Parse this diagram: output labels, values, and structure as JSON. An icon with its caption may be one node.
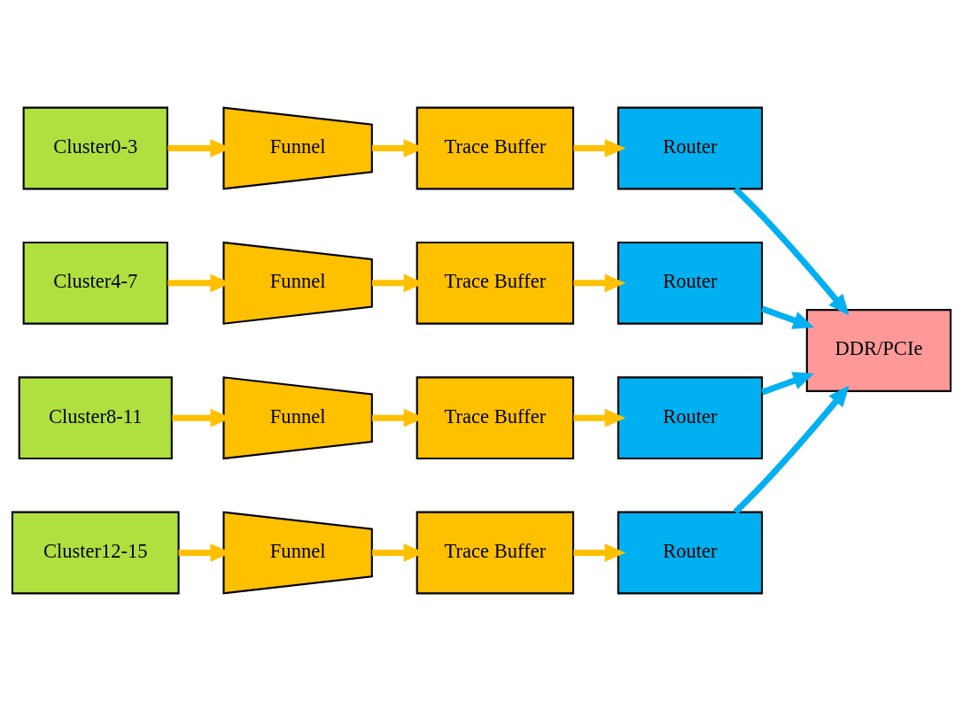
{
  "diagram": {
    "nodes": [
      {
        "text": [
          "Cluster0-3"
        ]
      },
      {
        "text": [
          "Funnel"
        ]
      },
      {
        "text": [
          "Trace Buffer"
        ]
      },
      {
        "text": [
          "Router"
        ]
      },
      {
        "text": [
          "Cluster4-7"
        ]
      },
      {
        "text": [
          "Funnel"
        ]
      },
      {
        "text": [
          "Trace Buffer"
        ]
      },
      {
        "text": [
          "Router"
        ]
      },
      {
        "text": [
          "DDR/PCIe"
        ]
      },
      {
        "text": [
          "Cluster8-11"
        ]
      },
      {
        "text": [
          "Funnel"
        ]
      },
      {
        "text": [
          "Trace Buffer"
        ]
      },
      {
        "text": [
          "Router"
        ]
      },
      {
        "text": [
          "Cluster12-15"
        ]
      },
      {
        "text": [
          "Funnel"
        ]
      },
      {
        "text": [
          "Trace Buffer"
        ]
      },
      {
        "text": [
          "Router"
        ]
      }
    ],
    "edges": [
      {
        "from": 0,
        "to": 1,
        "arrow": "to"
      },
      {
        "from": 1,
        "to": 2,
        "arrow": "to"
      },
      {
        "from": 2,
        "to": 3,
        "arrow": "to"
      },
      {
        "from": 4,
        "to": 5,
        "arrow": "to"
      },
      {
        "from": 5,
        "to": 6,
        "arrow": "to"
      },
      {
        "from": 6,
        "to": 7,
        "arrow": "to"
      },
      {
        "from": 9,
        "to": 10,
        "arrow": "to"
      },
      {
        "from": 10,
        "to": 11,
        "arrow": "to"
      },
      {
        "from": 11,
        "to": 12,
        "arrow": "to"
      },
      {
        "from": 13,
        "to": 14,
        "arrow": "to"
      },
      {
        "from": 14,
        "to": 15,
        "arrow": "to"
      },
      {
        "from": 15,
        "to": 16,
        "arrow": "to"
      },
      {
        "from": 3,
        "to": 8,
        "arrow": "to",
        "color": "#00b0f0"
      },
      {
        "from": 7,
        "to": 8,
        "arrow": "to",
        "color": "#00b0f0"
      },
      {
        "from": 12,
        "to": 8,
        "arrow": "to",
        "color": "#00b0f0"
      },
      {
        "from": 16,
        "to": 8,
        "arrow": "to",
        "color": "#00b0f0"
      }
    ]
  }
}
